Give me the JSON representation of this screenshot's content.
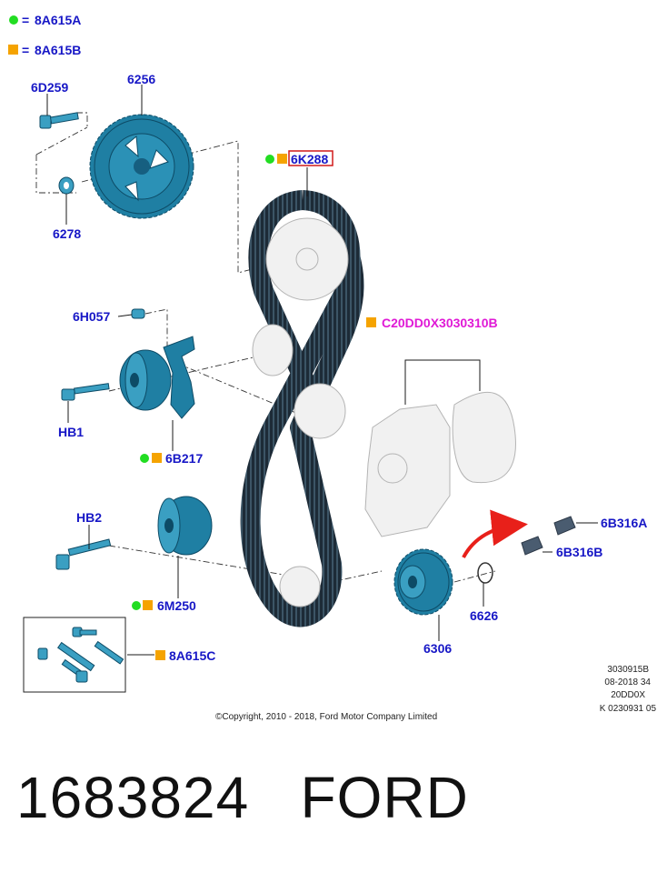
{
  "legend": [
    {
      "marker": "green-dot",
      "color": "#22dd22",
      "code": "8A615A"
    },
    {
      "marker": "orange-square",
      "color": "#f5a300",
      "code": "8A615B"
    }
  ],
  "eq_sign": "=",
  "parts": {
    "p6256": "6256",
    "p6D259": "6D259",
    "p6278": "6278",
    "p6K288": "6K288",
    "p6H057": "6H057",
    "pHB1": "HB1",
    "p6B217": "6B217",
    "pHB2": "HB2",
    "p6M250": "6M250",
    "p8A615C": "8A615C",
    "pC20": "C20DD0X3030310B",
    "p6B316A": "6B316A",
    "p6B316B": "6B316B",
    "p6626": "6626",
    "p6306": "6306"
  },
  "ref_block": [
    "3030915B",
    "08-2018 34",
    "20DD0X",
    "K 0230931 05"
  ],
  "copyright": "©Copyright, 2010 - 2018, Ford Motor Company Limited",
  "footer": {
    "part_number": "1683824",
    "brand": "FORD"
  },
  "colors": {
    "label": "#1717c6",
    "magenta": "#e01ad6",
    "part": "#1f7fa3",
    "highlight_box": "#d11a1a",
    "arrow": "#e8201a"
  }
}
